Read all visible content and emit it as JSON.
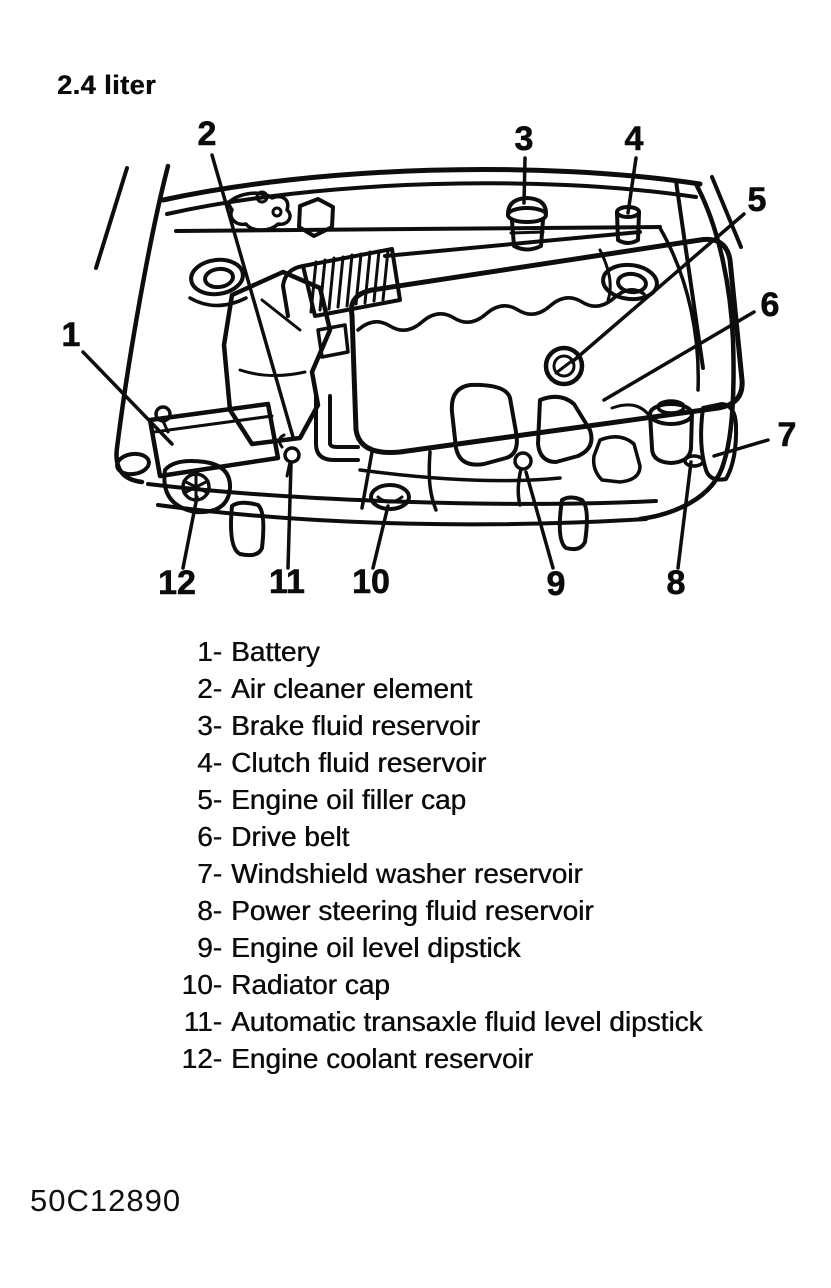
{
  "title": "2.4 liter",
  "figure_code": "50C12890",
  "diagram": {
    "callouts": [
      {
        "n": "1"
      },
      {
        "n": "2"
      },
      {
        "n": "3"
      },
      {
        "n": "4"
      },
      {
        "n": "5"
      },
      {
        "n": "6"
      },
      {
        "n": "7"
      },
      {
        "n": "8"
      },
      {
        "n": "9"
      },
      {
        "n": "10"
      },
      {
        "n": "11"
      },
      {
        "n": "12"
      }
    ]
  },
  "legend": {
    "items": [
      {
        "num": "1-",
        "label": "Battery"
      },
      {
        "num": "2-",
        "label": "Air cleaner element"
      },
      {
        "num": "3-",
        "label": "Brake fluid reservoir"
      },
      {
        "num": "4-",
        "label": "Clutch fluid reservoir"
      },
      {
        "num": "5-",
        "label": "Engine oil filler cap"
      },
      {
        "num": "6-",
        "label": "Drive belt"
      },
      {
        "num": "7-",
        "label": "Windshield washer reservoir"
      },
      {
        "num": "8-",
        "label": "Power steering fluid reservoir"
      },
      {
        "num": "9-",
        "label": "Engine oil level dipstick"
      },
      {
        "num": "10-",
        "label": "Radiator cap"
      },
      {
        "num": "11-",
        "label": "Automatic transaxle fluid level dipstick"
      },
      {
        "num": "12-",
        "label": "Engine coolant reservoir"
      }
    ]
  }
}
